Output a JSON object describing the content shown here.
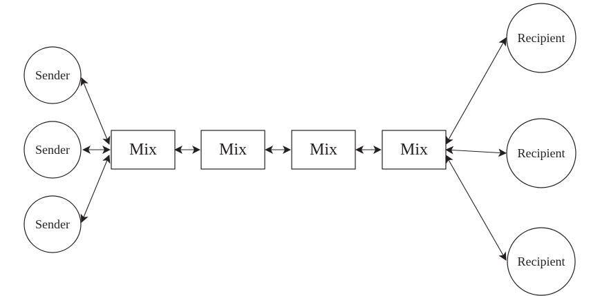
{
  "colors": {
    "stroke": "#231f20",
    "background": "#ffffff"
  },
  "senders": [
    {
      "label": "Sender"
    },
    {
      "label": "Sender"
    },
    {
      "label": "Sender"
    }
  ],
  "mixes": [
    {
      "label": "Mix"
    },
    {
      "label": "Mix"
    },
    {
      "label": "Mix"
    },
    {
      "label": "Mix"
    }
  ],
  "recipients": [
    {
      "label": "Recipient"
    },
    {
      "label": "Recipient"
    },
    {
      "label": "Recipient"
    }
  ]
}
